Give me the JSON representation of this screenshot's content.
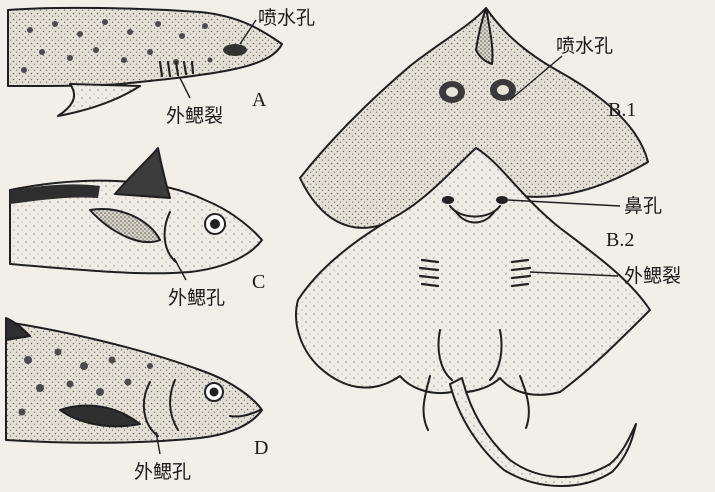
{
  "panels": [
    {
      "letter": "A",
      "labels": [
        "喷水孔",
        "外鳃裂"
      ]
    },
    {
      "letter": "C",
      "labels": [
        "外鳃孔"
      ]
    },
    {
      "letter": "D",
      "labels": [
        "外鳃孔"
      ]
    },
    {
      "letter": "B.1",
      "labels": [
        "喷水孔"
      ]
    },
    {
      "letter": "B.2",
      "labels": [
        "鼻孔",
        "外鳃裂"
      ]
    }
  ],
  "colors": {
    "ink": "#1f1f1f",
    "paper": "#f2efe8",
    "skin_light": "#e6e2d8",
    "skin_dark": "#cfcabe"
  }
}
